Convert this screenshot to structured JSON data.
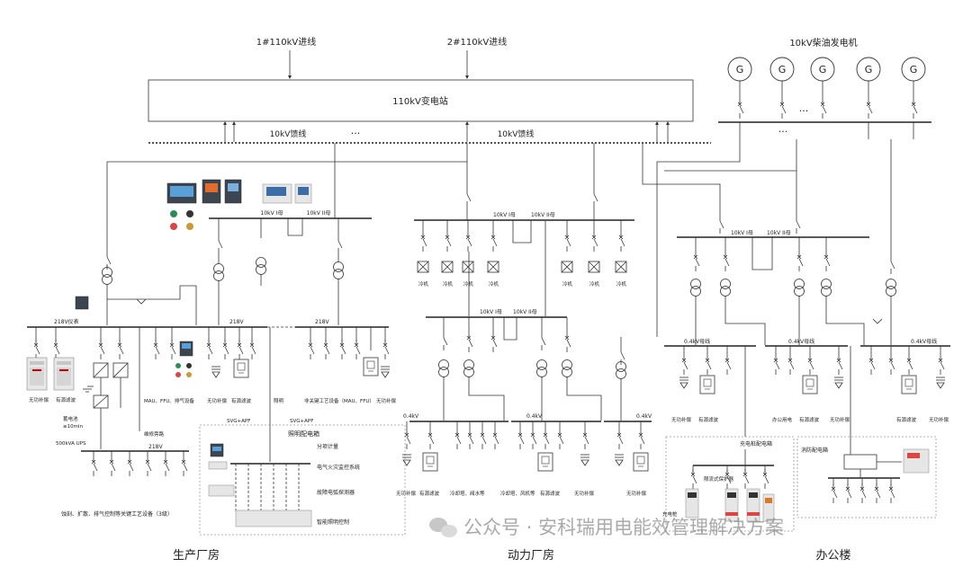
{
  "incoming": {
    "line1": "1#110kV进线",
    "line2": "2#110kV进线",
    "generator_title": "10kV柴油发电机",
    "generator_symbol": "G"
  },
  "substation": {
    "label": "110kV变电站"
  },
  "feeders": {
    "label_a": "10kV馈线",
    "label_b": "10kV馈线",
    "ellipsis": "···"
  },
  "production": {
    "bus_10kv_1": "10kV I母",
    "bus_10kv_2": "10kV II母",
    "bus_lv_instrument": "218V仪表",
    "bus_lv_a": "218V",
    "bus_lv_b": "218V",
    "bus_ups": "218V",
    "labels": {
      "reactive": "无功补偿",
      "harmonic": "有源滤波",
      "battery": "蓄电池",
      "battery_time": "≥10min",
      "ups": "500kVA UPS",
      "maint": "维修旁路",
      "mau": "MAU、FFU、排气设备",
      "reactive2": "无功补偿",
      "harmonic2": "有源滤波",
      "lighting": "照明",
      "svg_apf_a": "SVG+APF",
      "svg_apf_b": "SVG+APF",
      "nonkey": "非关键工艺设备（MAU、FFU）",
      "reactive3": "无功补偿",
      "etch": "蚀刻、扩散、排气控制等关键工艺设备（3级）"
    },
    "lighting_box": {
      "title": "照明配电箱",
      "items": [
        "分项计量",
        "电气火灾监控系统",
        "故障电弧探测器",
        "智能照明控制"
      ]
    },
    "building": "生产厂房"
  },
  "power": {
    "bus_10kv_1": "10kV I母",
    "bus_10kv_2": "10kV II母",
    "chiller": "冷机",
    "bus_10kv_3": "10kV I母",
    "bus_10kv_4": "10kV II母",
    "bus_lv_1": "0.4kV",
    "bus_lv_2": "0.4kV",
    "bus_lv_3": "0.4kV",
    "labels": [
      "无功补偿",
      "有源滤波",
      "冷却塔、阀水等",
      "冷却塔、风机等",
      "有源滤波",
      "无功补偿",
      "无功补偿"
    ],
    "building": "动力厂房"
  },
  "office": {
    "bus_10kv_1": "10kV I母",
    "bus_10kv_2": "10kV II母",
    "bus_lv_1": "0.4kV母线",
    "bus_lv_2": "0.4kV母线",
    "bus_lv_3": "0.4kV母线",
    "labels": [
      "无功补偿",
      "有源滤波",
      "办公用电",
      "有源滤波",
      "无功补偿",
      "有源滤波",
      "无功补偿"
    ],
    "charging_box": "充电桩配电箱",
    "current_limiter": "限流式保护器",
    "charger": "充电桩",
    "fire_box": "消防配电箱",
    "building": "办公楼"
  },
  "watermark": "公众号 · 安科瑞用电能效管理解决方案"
}
